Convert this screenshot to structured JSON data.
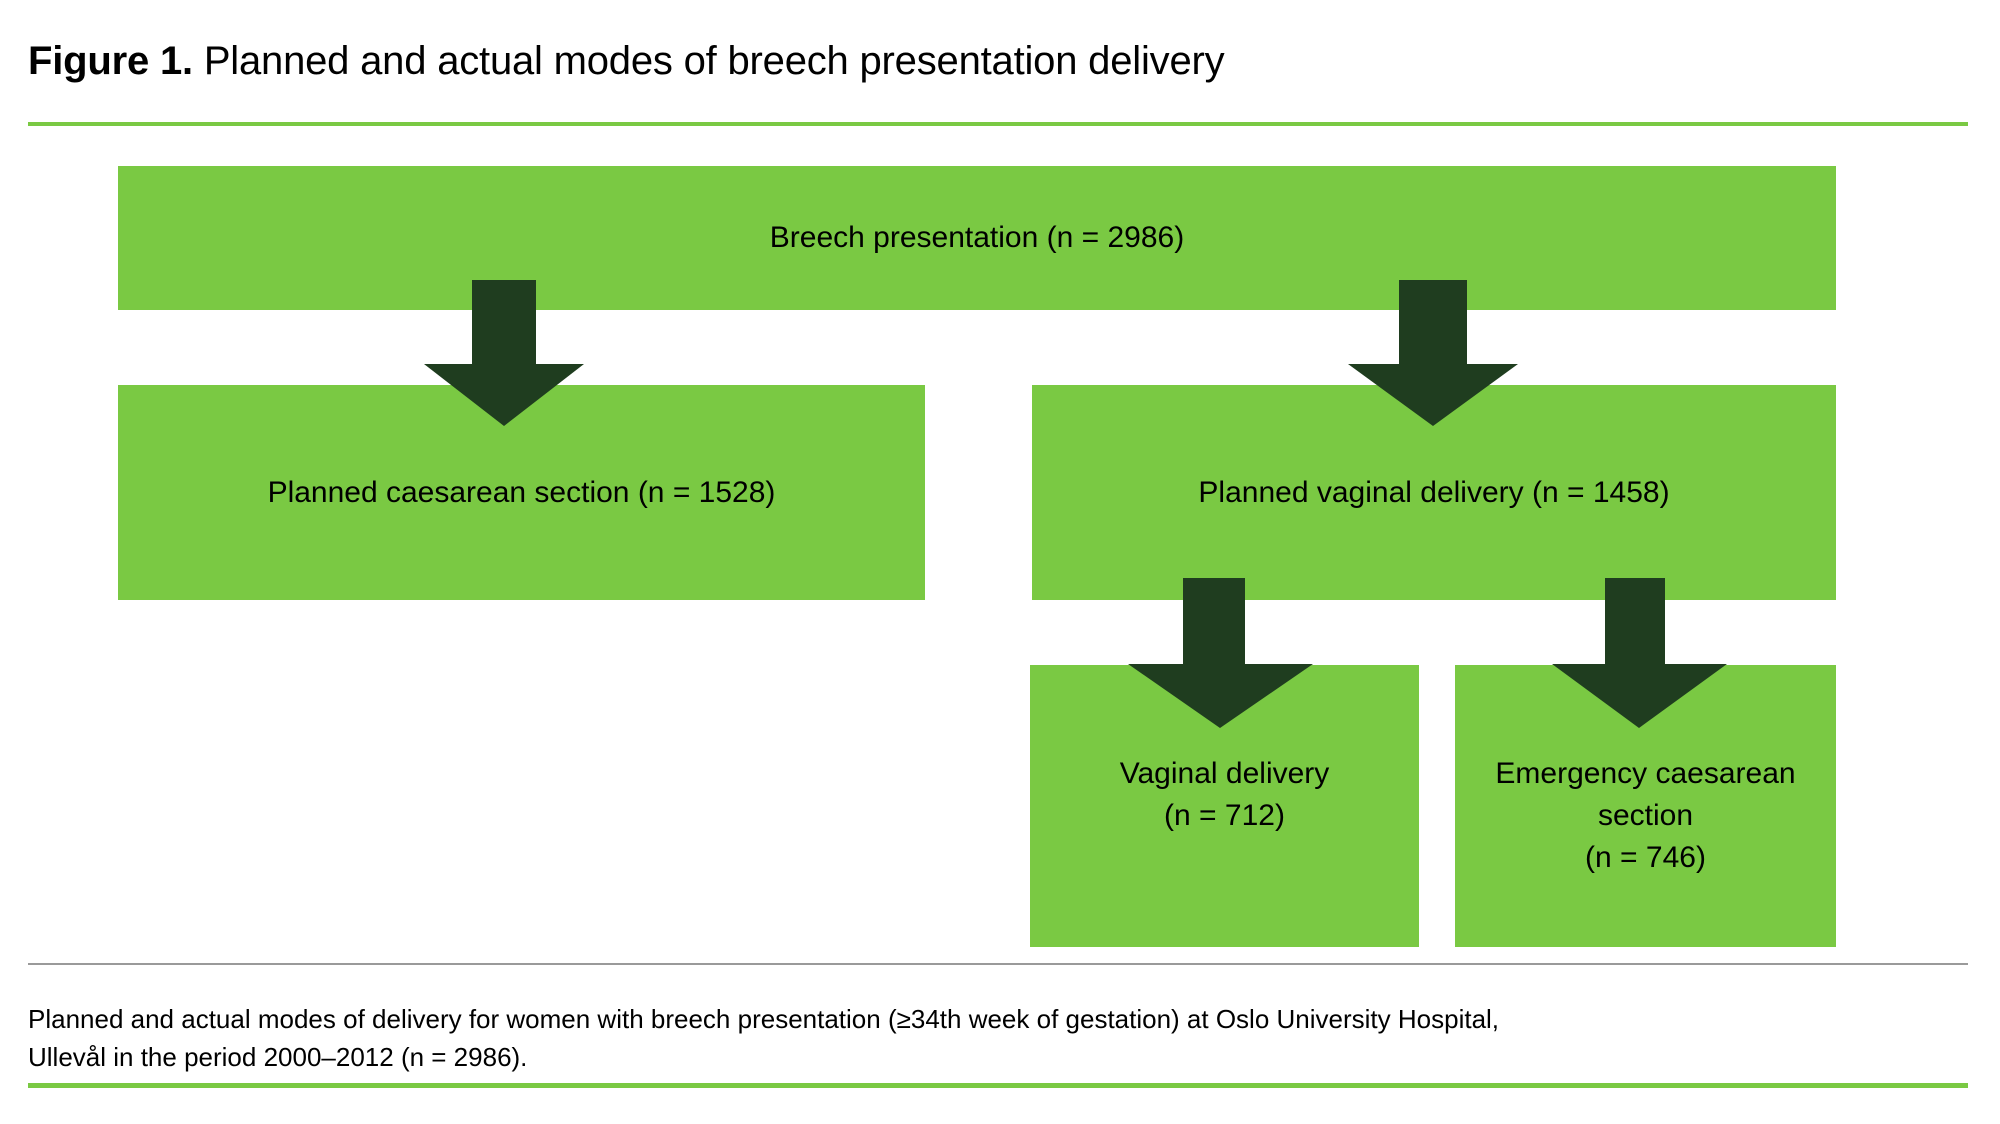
{
  "figure": {
    "label": "Figure 1.",
    "title": "Planned and actual modes of breech presentation delivery",
    "footnote": "Planned and actual modes of delivery for women with breech presentation (≥34th week of gestation) at Oslo University Hospital,\nUllevål in the period 2000–2012 (n = 2986)."
  },
  "colors": {
    "box_green": "#7AC943",
    "arrow_dark_green": "#1F3D1F",
    "rule_green": "#7AC943",
    "rule_gray": "#9a9a9a",
    "text": "#000000"
  },
  "chart_data": {
    "type": "diagram",
    "title": "Planned and actual modes of breech presentation delivery",
    "nodes": [
      {
        "id": "root",
        "label": "Breech presentation  (n = 2986)",
        "name": "Breech presentation",
        "n": 2986,
        "level": 0
      },
      {
        "id": "planned_cs",
        "label": "Planned caesarean section (n = 1528)",
        "name": "Planned caesarean section",
        "n": 1528,
        "level": 1
      },
      {
        "id": "planned_vd",
        "label": "Planned vaginal delivery (n = 1458)",
        "name": "Planned vaginal delivery",
        "n": 1458,
        "level": 1
      },
      {
        "id": "vaginal",
        "label": "Vaginal delivery\n(n = 712)",
        "name": "Vaginal delivery",
        "n": 712,
        "level": 2
      },
      {
        "id": "emergency",
        "label": "Emergency caesarean\nsection\n(n = 746)",
        "name": "Emergency caesarean section",
        "n": 746,
        "level": 2
      }
    ],
    "edges": [
      {
        "from": "root",
        "to": "planned_cs"
      },
      {
        "from": "root",
        "to": "planned_vd"
      },
      {
        "from": "planned_vd",
        "to": "vaginal"
      },
      {
        "from": "planned_vd",
        "to": "emergency"
      }
    ]
  },
  "boxes": {
    "root": "Breech presentation  (n = 2986)",
    "planned_cs": "Planned caesarean section (n = 1528)",
    "planned_vd": "Planned vaginal delivery (n = 1458)",
    "vaginal": "Vaginal delivery\n(n = 712)",
    "emergency": "Emergency caesarean\nsection\n(n = 746)"
  }
}
